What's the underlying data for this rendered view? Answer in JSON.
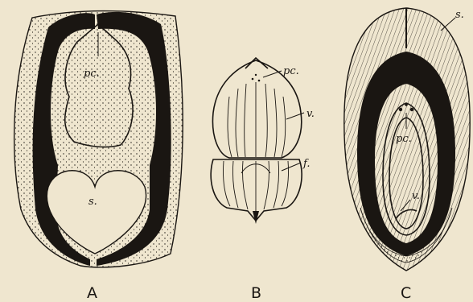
{
  "figures": {
    "A": {
      "caption": "A",
      "labels": {
        "pc": "pc.",
        "s": "s."
      }
    },
    "B": {
      "caption": "B",
      "labels": {
        "pc": "pc.",
        "v": "v.",
        "f": "f."
      }
    },
    "C": {
      "caption": "C",
      "labels": {
        "s": "s.",
        "pc": "pc.",
        "v": "v."
      }
    }
  },
  "colors": {
    "paper": "#efe6cf",
    "ink": "#1a1612"
  }
}
